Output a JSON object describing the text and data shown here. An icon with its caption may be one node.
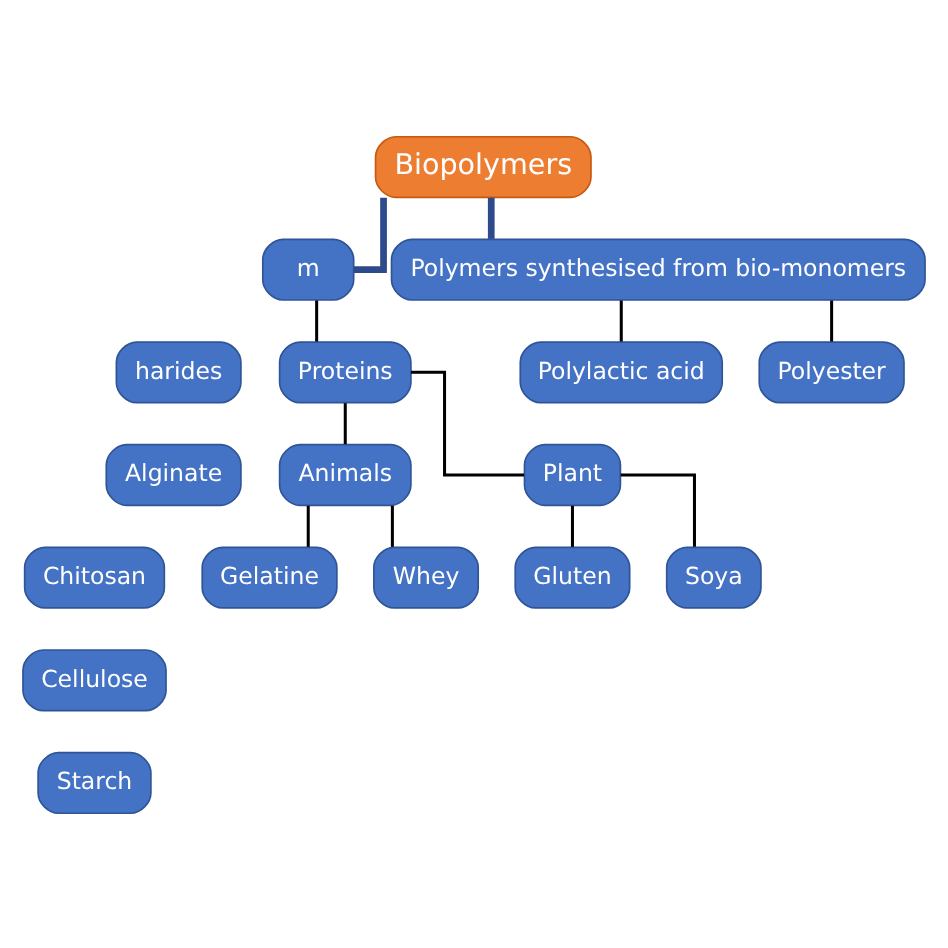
{
  "diagram": {
    "nodes": [
      {
        "text": [
          "Biopolymers"
        ]
      },
      {
        "text": [
          "m"
        ]
      },
      {
        "text": [
          "harides"
        ]
      },
      {
        "text": [
          "Alginate"
        ]
      },
      {
        "text": [
          "Chitosan"
        ]
      },
      {
        "text": [
          "Cellulose"
        ]
      },
      {
        "text": [
          "Starch"
        ]
      },
      {
        "text": [
          "Proteins"
        ]
      },
      {
        "text": [
          "Animals"
        ]
      },
      {
        "text": [
          "Gelatine"
        ]
      },
      {
        "text": [
          "Whey"
        ]
      },
      {
        "text": [
          "Plant"
        ]
      },
      {
        "text": [
          "Gluten"
        ]
      },
      {
        "text": [
          "Soya"
        ]
      },
      {
        "text": [
          "Polymers synthesised from bio-monomers"
        ]
      },
      {
        "text": [
          "Polylactic acid"
        ]
      },
      {
        "text": [
          "Polyester"
        ]
      }
    ],
    "edges": [
      {
        "from": 0,
        "to": 1,
        "arrow": "none",
        "style": "thick",
        "color": "#2e4a8c"
      },
      {
        "from": 0,
        "to": 14,
        "arrow": "none",
        "style": "thick",
        "color": "#2e4a8c"
      },
      {
        "from": 1,
        "to": 7,
        "arrow": "none"
      },
      {
        "from": 7,
        "to": 8,
        "arrow": "none"
      },
      {
        "from": 7,
        "to": 11,
        "arrow": "none"
      },
      {
        "from": 8,
        "to": 9,
        "arrow": "none"
      },
      {
        "from": 8,
        "to": 10,
        "arrow": "none"
      },
      {
        "from": 11,
        "to": 12,
        "arrow": "none"
      },
      {
        "from": 11,
        "to": 13,
        "arrow": "none"
      },
      {
        "from": 14,
        "to": 15,
        "arrow": "none"
      },
      {
        "from": 14,
        "to": 16,
        "arrow": "none"
      }
    ]
  }
}
